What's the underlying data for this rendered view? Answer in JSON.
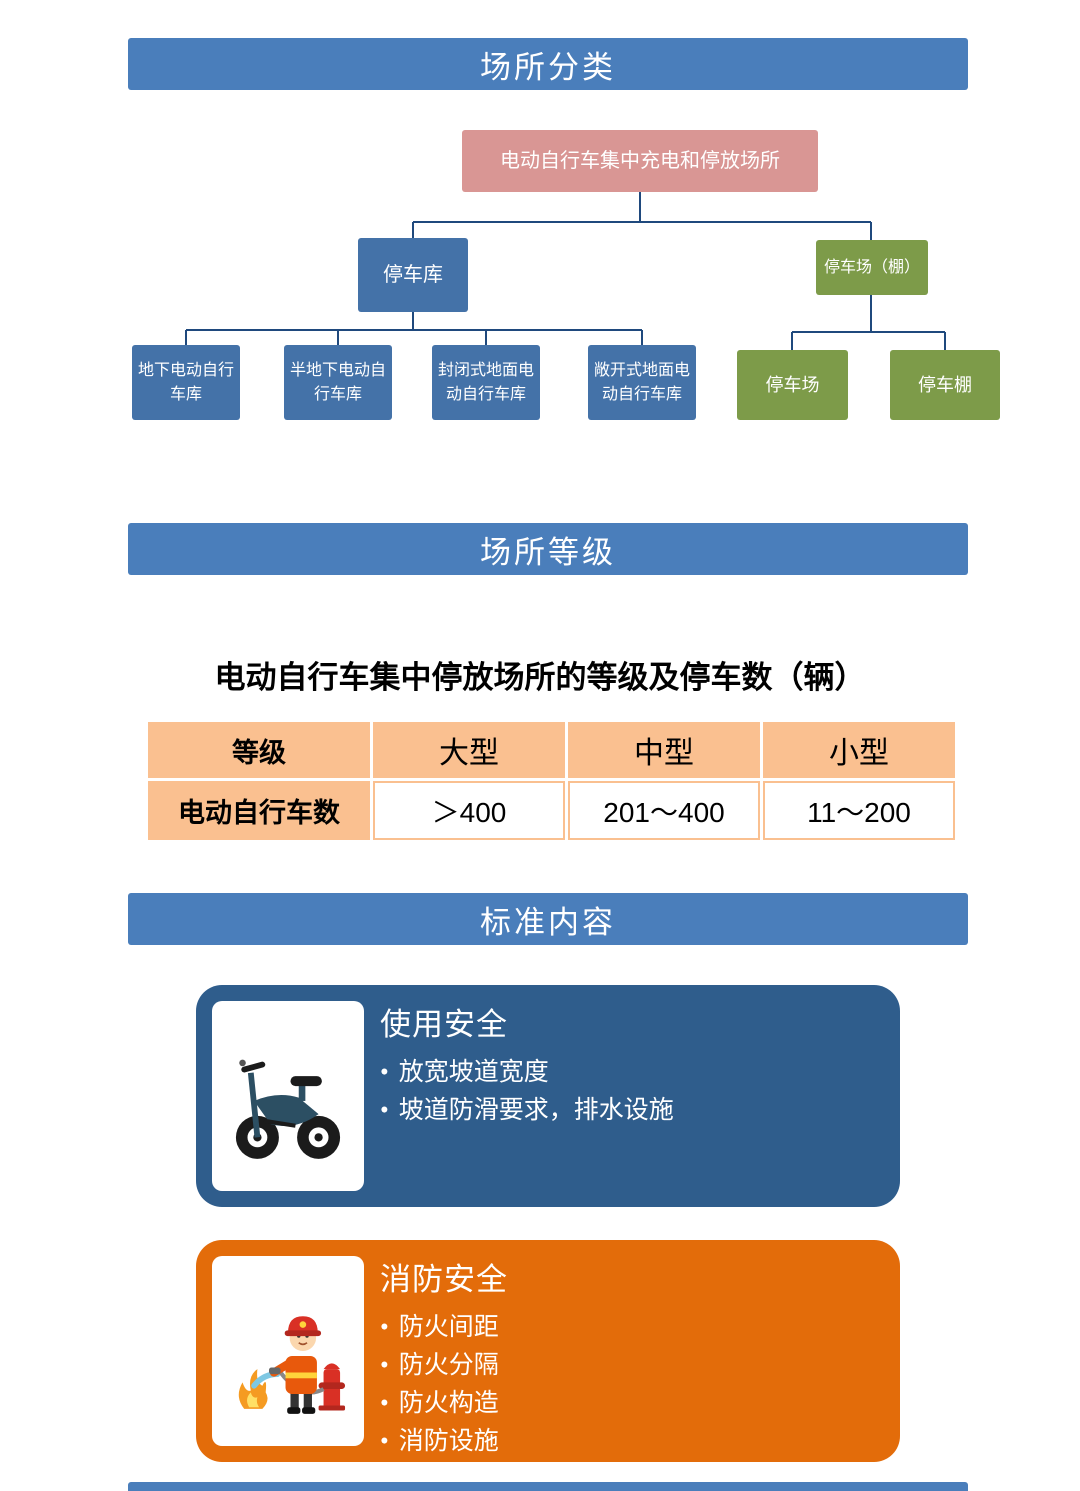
{
  "colors": {
    "band-blue": "#4A7EBB",
    "node-blue": "#4472A8",
    "node-pink": "#D99694",
    "node-green": "#7D9B49",
    "connector": "#1F497D",
    "card-blue": "#2F5D8C",
    "card-orange": "#E36C0A",
    "table-peach": "#FAC090"
  },
  "sections": {
    "classification": "场所分类",
    "grade": "场所等级",
    "standard": "标准内容"
  },
  "tree": {
    "root": "电动自行车集中充电和停放场所",
    "garage": "停车库",
    "lot": "停车场（棚）",
    "garage_types": [
      "地下电动自行车库",
      "半地下电动自行车库",
      "封闭式地面电动自行车库",
      "敞开式地面电动自行车库"
    ],
    "lot_types": [
      "停车场",
      "停车棚"
    ]
  },
  "grade_table": {
    "title": "电动自行车集中停放场所的等级及停车数（辆）",
    "headers": [
      "等级",
      "大型",
      "中型",
      "小型"
    ],
    "row_label": "电动自行车数",
    "values": [
      "＞400",
      "201～400",
      "11～200"
    ]
  },
  "cards": [
    {
      "title": "使用安全",
      "image": "e-bike",
      "bullets": [
        "放宽坡道宽度",
        "坡道防滑要求，排水设施"
      ]
    },
    {
      "title": "消防安全",
      "image": "firefighter",
      "bullets": [
        "防火间距",
        "防火分隔",
        "防火构造",
        "消防设施"
      ]
    }
  ]
}
